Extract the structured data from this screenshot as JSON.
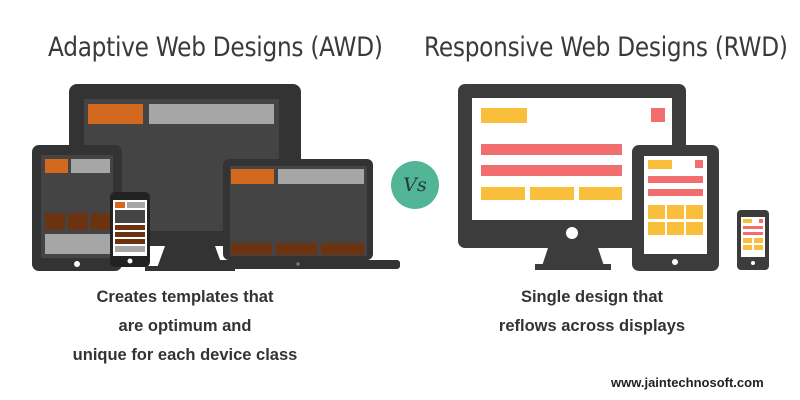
{
  "titles": {
    "adaptive": "Adaptive Web Designs (AWD)",
    "responsive": "Responsive Web Designs (RWD)"
  },
  "descriptions": {
    "adaptive": [
      "Creates templates that",
      "are optimum and",
      "unique for each device class"
    ],
    "responsive": [
      "Single design that",
      "reflows across displays"
    ]
  },
  "vs_badge": "Vs",
  "website": "www.jaintechnosoft.com",
  "colors": {
    "device_frame": "#333333",
    "screen_dark": "#444444",
    "awd_accent": "#d2691e",
    "awd_gray": "#a6a6a6",
    "awd_brown": "#6b3310",
    "rwd_yellow": "#f9bf3b",
    "rwd_red": "#f26d6d",
    "vs_green": "#52b596"
  }
}
